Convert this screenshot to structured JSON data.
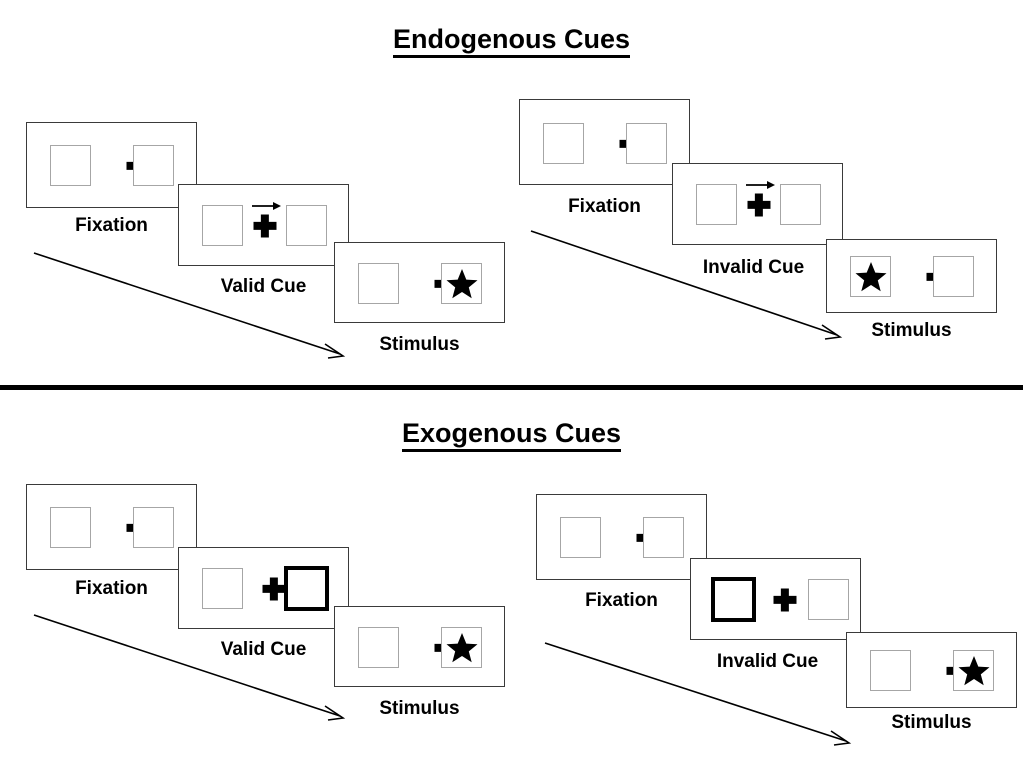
{
  "figure": {
    "title_top": "Endogenous Cues",
    "title_bottom": "Exogenous Cues"
  },
  "labels": {
    "fixation": "Fixation",
    "valid_cue": "Valid Cue",
    "invalid_cue": "Invalid Cue",
    "stimulus": "Stimulus"
  },
  "icons": {
    "fixation_cross": "plus-icon",
    "target": "star-icon",
    "endogenous_cue": "right-arrow-icon",
    "exogenous_cue": "box-highlight-icon",
    "time_flow": "diagonal-arrow-icon"
  },
  "colors": {
    "ink": "#000000",
    "panel_border": "#3a3a3a",
    "placeholder_border": "#a6a6a6",
    "background": "#ffffff"
  },
  "sections": [
    {
      "id": "endogenous",
      "title": "Endogenous Cues",
      "cue_type": "central arrow",
      "conditions": [
        {
          "id": "endogenous-valid",
          "cue_validity": "Valid Cue",
          "frames": [
            {
              "name": "Fixation",
              "left_box": "empty",
              "right_box": "empty",
              "cue": "none",
              "target_side": "none"
            },
            {
              "name": "Valid Cue",
              "left_box": "empty",
              "right_box": "empty",
              "cue": "arrow-right",
              "target_side": "none"
            },
            {
              "name": "Stimulus",
              "left_box": "empty",
              "right_box": "star",
              "cue": "none",
              "target_side": "right"
            }
          ]
        },
        {
          "id": "endogenous-invalid",
          "cue_validity": "Invalid Cue",
          "frames": [
            {
              "name": "Fixation",
              "left_box": "empty",
              "right_box": "empty",
              "cue": "none",
              "target_side": "none"
            },
            {
              "name": "Invalid Cue",
              "left_box": "empty",
              "right_box": "empty",
              "cue": "arrow-right",
              "target_side": "none"
            },
            {
              "name": "Stimulus",
              "left_box": "star",
              "right_box": "empty",
              "cue": "none",
              "target_side": "left"
            }
          ]
        }
      ]
    },
    {
      "id": "exogenous",
      "title": "Exogenous Cues",
      "cue_type": "peripheral box flash",
      "conditions": [
        {
          "id": "exogenous-valid",
          "cue_validity": "Valid Cue",
          "frames": [
            {
              "name": "Fixation",
              "left_box": "empty",
              "right_box": "empty",
              "cue": "none",
              "target_side": "none"
            },
            {
              "name": "Valid Cue",
              "left_box": "empty",
              "right_box": "cued",
              "cue": "box-right",
              "target_side": "none"
            },
            {
              "name": "Stimulus",
              "left_box": "empty",
              "right_box": "star",
              "cue": "none",
              "target_side": "right"
            }
          ]
        },
        {
          "id": "exogenous-invalid",
          "cue_validity": "Invalid Cue",
          "frames": [
            {
              "name": "Fixation",
              "left_box": "empty",
              "right_box": "empty",
              "cue": "none",
              "target_side": "none"
            },
            {
              "name": "Invalid Cue",
              "left_box": "cued",
              "right_box": "empty",
              "cue": "box-left",
              "target_side": "none"
            },
            {
              "name": "Stimulus",
              "left_box": "empty",
              "right_box": "star",
              "cue": "none",
              "target_side": "right"
            }
          ]
        }
      ]
    }
  ]
}
